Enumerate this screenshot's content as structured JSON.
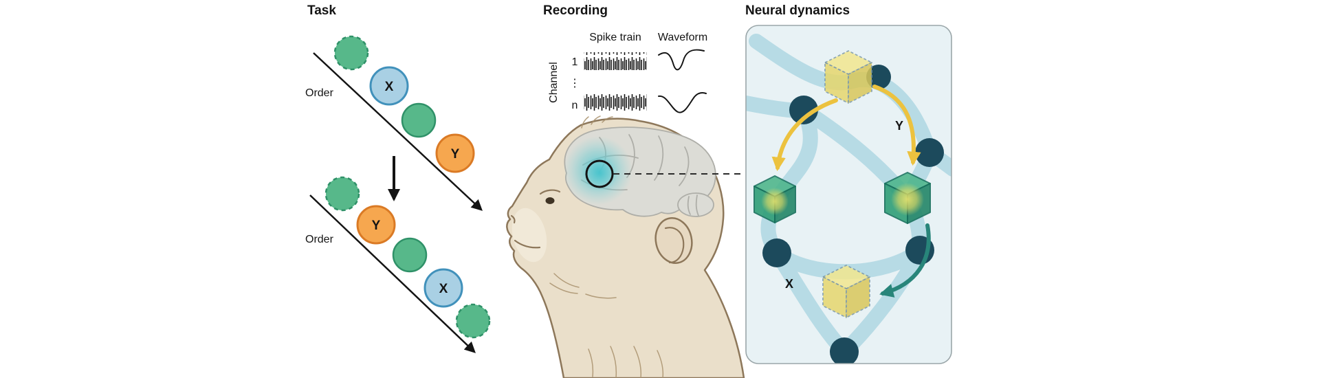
{
  "task": {
    "title": "Task",
    "order1": "Order",
    "order2": "Order",
    "seq1_x": "X",
    "seq1_y": "Y",
    "seq2_y": "Y",
    "seq2_x": "X"
  },
  "recording": {
    "title": "Recording",
    "spike_train": "Spike train",
    "waveform": "Waveform",
    "channel": "Channel",
    "channel_first": "1",
    "channel_ellipsis": "⋮",
    "channel_last": "n"
  },
  "neural": {
    "title": "Neural dynamics",
    "state_y": "Y",
    "state_x": "X"
  },
  "colors": {
    "ink": "#141414",
    "green_fill": "#57b88a",
    "green_stroke": "#2f9168",
    "blue_fill": "#a9d0e4",
    "blue_stroke": "#4191bb",
    "orange_fill": "#f6a74f",
    "orange_stroke": "#da7a25",
    "skin": "#eadfca",
    "skin_line": "#8d775a",
    "fur": "#a8906c",
    "brain": "#dcdcd6",
    "brain_line": "#aeaea8",
    "glow": "#45c3cc",
    "panel_bg": "#e8f2f5",
    "panel_border": "#9aa6a9",
    "ribbon": "#b7dbe5",
    "node": "#1c4a5c",
    "cube_yellow_top": "#f2e78f",
    "cube_yellow_left": "#e6d66d",
    "cube_yellow_right": "#d9c75a",
    "cube_dash": "#7b98a8",
    "cube_green_top": "#4db58a",
    "cube_green_left": "#2f9e77",
    "cube_green_right": "#238668",
    "cube_green_dark": "#17705c",
    "arrow_yellow": "#ecc23f",
    "arrow_teal": "#28857a"
  }
}
